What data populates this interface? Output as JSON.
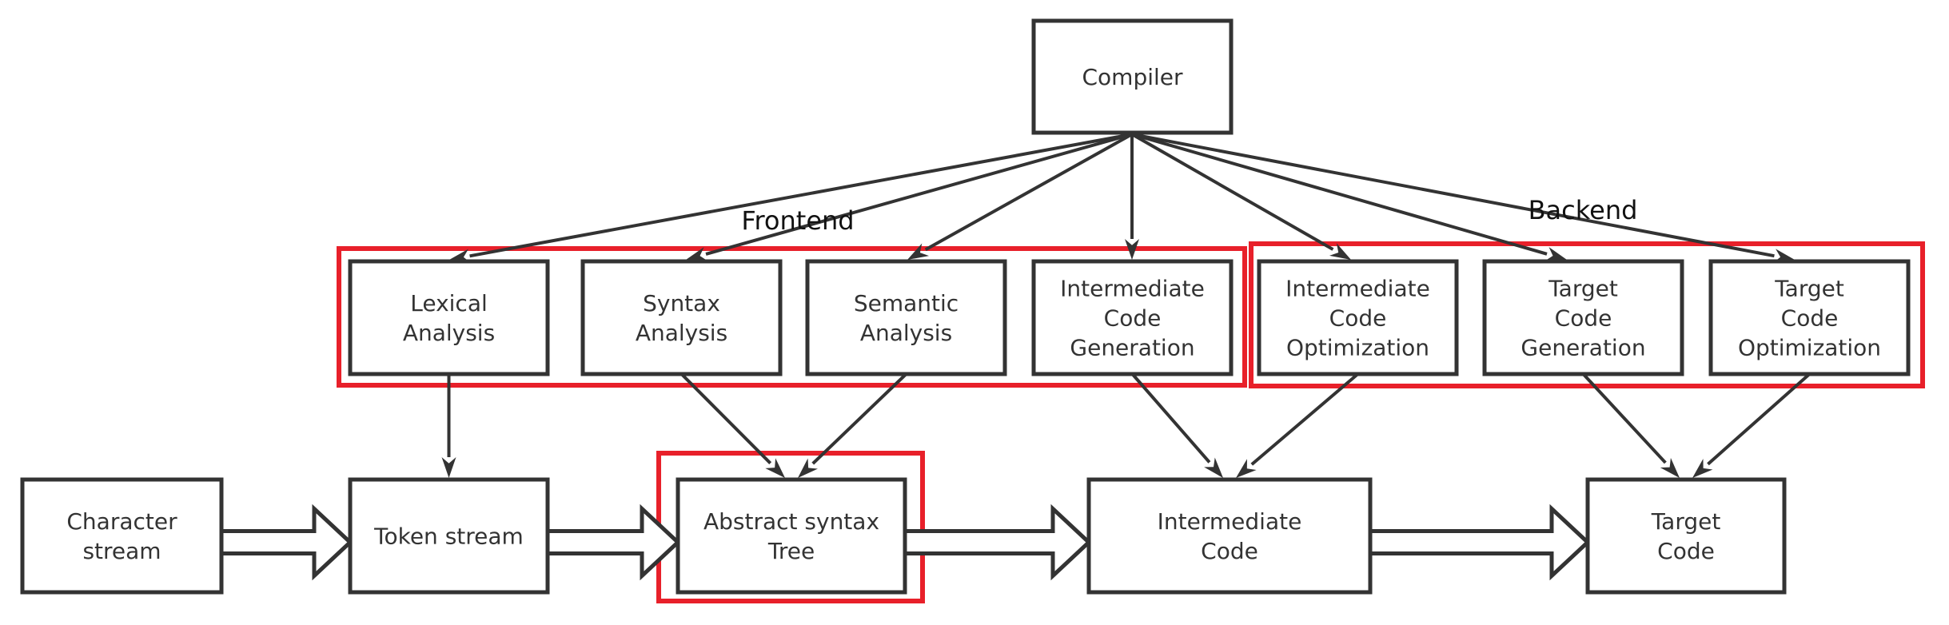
{
  "title": "Compiler phases diagram",
  "root": {
    "id": "compiler",
    "label": [
      "Compiler"
    ]
  },
  "groups": {
    "frontend": {
      "label": "Frontend"
    },
    "backend": {
      "label": "Backend"
    }
  },
  "phases": [
    {
      "id": "lexical",
      "label": [
        "Lexical",
        "Analysis"
      ],
      "group": "frontend"
    },
    {
      "id": "syntax",
      "label": [
        "Syntax",
        "Analysis"
      ],
      "group": "frontend"
    },
    {
      "id": "semantic",
      "label": [
        "Semantic",
        "Analysis"
      ],
      "group": "frontend"
    },
    {
      "id": "icg",
      "label": [
        "Intermediate",
        "Code",
        "Generation"
      ],
      "group": "frontend"
    },
    {
      "id": "ico",
      "label": [
        "Intermediate",
        "Code",
        "Optimization"
      ],
      "group": "backend"
    },
    {
      "id": "tcg",
      "label": [
        "Target",
        "Code",
        "Generation"
      ],
      "group": "backend"
    },
    {
      "id": "tco",
      "label": [
        "Target",
        "Code",
        "Optimization"
      ],
      "group": "backend"
    }
  ],
  "artifacts": [
    {
      "id": "chars",
      "label": [
        "Character",
        "stream"
      ]
    },
    {
      "id": "tokens",
      "label": [
        "Token stream"
      ]
    },
    {
      "id": "ast",
      "label": [
        "Abstract syntax",
        "Tree"
      ],
      "highlighted": true
    },
    {
      "id": "ir",
      "label": [
        "Intermediate",
        "Code"
      ]
    },
    {
      "id": "target",
      "label": [
        "Target",
        "Code"
      ]
    }
  ],
  "edges": [
    {
      "from": "compiler",
      "to": "lexical"
    },
    {
      "from": "compiler",
      "to": "syntax"
    },
    {
      "from": "compiler",
      "to": "semantic"
    },
    {
      "from": "compiler",
      "to": "icg"
    },
    {
      "from": "compiler",
      "to": "ico"
    },
    {
      "from": "compiler",
      "to": "tcg"
    },
    {
      "from": "compiler",
      "to": "tco"
    },
    {
      "from": "lexical",
      "to": "tokens"
    },
    {
      "from": "syntax",
      "to": "ast"
    },
    {
      "from": "semantic",
      "to": "ast"
    },
    {
      "from": "icg",
      "to": "ir"
    },
    {
      "from": "ico",
      "to": "ir"
    },
    {
      "from": "tcg",
      "to": "target"
    },
    {
      "from": "tco",
      "to": "target"
    }
  ],
  "flow": [
    {
      "from": "chars",
      "to": "tokens"
    },
    {
      "from": "tokens",
      "to": "ast"
    },
    {
      "from": "ast",
      "to": "ir"
    },
    {
      "from": "ir",
      "to": "target"
    }
  ],
  "colors": {
    "stroke": "#333333",
    "highlight": "#e8202a",
    "text": "#333333"
  }
}
